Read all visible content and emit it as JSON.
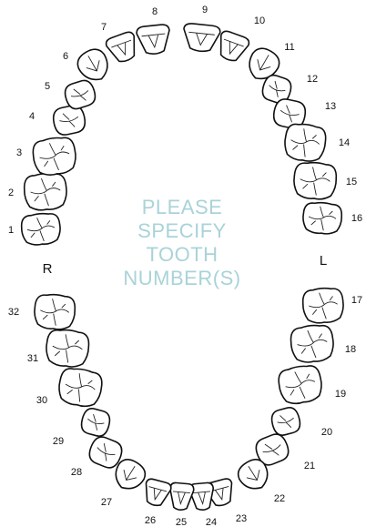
{
  "side_labels": {
    "right": "R",
    "left": "L"
  },
  "prompt_lines": [
    "PLEASE",
    "SPECIFY",
    "TOOTH",
    "NUMBER(S)"
  ],
  "colors": {
    "outline": "#111111",
    "prompt": "#a9d3d8",
    "background": "#ffffff"
  },
  "teeth": [
    {
      "number": "1",
      "kind": "molar"
    },
    {
      "number": "2",
      "kind": "molar"
    },
    {
      "number": "3",
      "kind": "molar"
    },
    {
      "number": "4",
      "kind": "premolar"
    },
    {
      "number": "5",
      "kind": "premolar"
    },
    {
      "number": "6",
      "kind": "canine"
    },
    {
      "number": "7",
      "kind": "incisor"
    },
    {
      "number": "8",
      "kind": "incisor"
    },
    {
      "number": "9",
      "kind": "incisor"
    },
    {
      "number": "10",
      "kind": "incisor"
    },
    {
      "number": "11",
      "kind": "canine"
    },
    {
      "number": "12",
      "kind": "premolar"
    },
    {
      "number": "13",
      "kind": "premolar"
    },
    {
      "number": "14",
      "kind": "molar"
    },
    {
      "number": "15",
      "kind": "molar"
    },
    {
      "number": "16",
      "kind": "molar"
    },
    {
      "number": "17",
      "kind": "molar"
    },
    {
      "number": "18",
      "kind": "molar"
    },
    {
      "number": "19",
      "kind": "molar"
    },
    {
      "number": "20",
      "kind": "premolar"
    },
    {
      "number": "21",
      "kind": "premolar"
    },
    {
      "number": "22",
      "kind": "canine"
    },
    {
      "number": "23",
      "kind": "incisor"
    },
    {
      "number": "24",
      "kind": "incisor"
    },
    {
      "number": "25",
      "kind": "incisor"
    },
    {
      "number": "26",
      "kind": "incisor"
    },
    {
      "number": "27",
      "kind": "canine"
    },
    {
      "number": "28",
      "kind": "premolar"
    },
    {
      "number": "29",
      "kind": "premolar"
    },
    {
      "number": "30",
      "kind": "molar"
    },
    {
      "number": "31",
      "kind": "molar"
    },
    {
      "number": "32",
      "kind": "molar"
    }
  ]
}
